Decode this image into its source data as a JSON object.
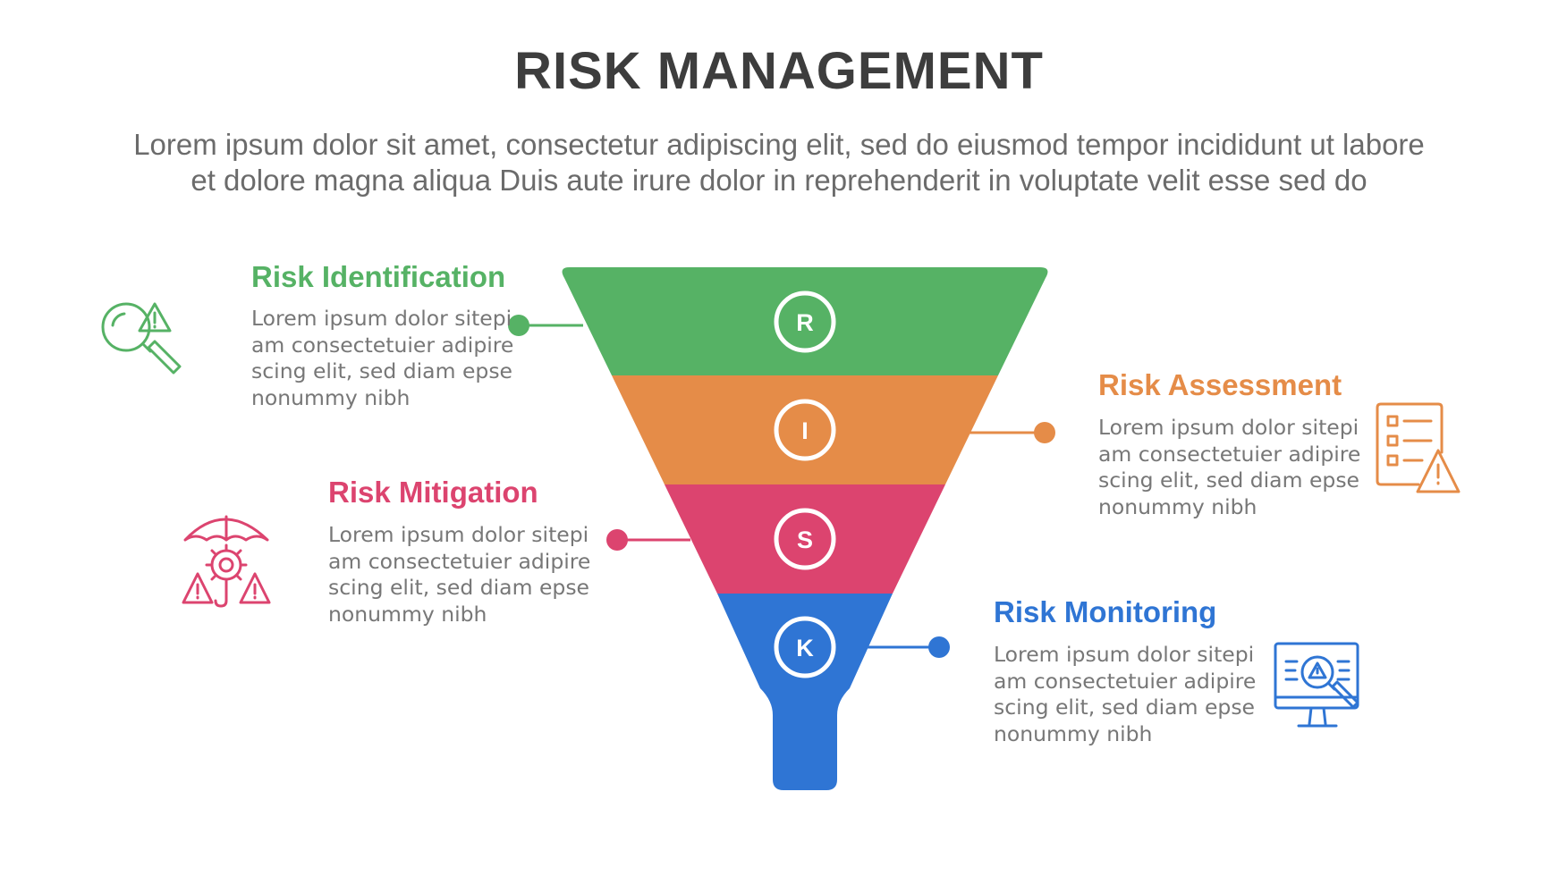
{
  "title": "RISK MANAGEMENT",
  "subtitle": {
    "line1": "Lorem ipsum dolor sit amet, consectetur adipiscing elit, sed do eiusmod tempor incididunt ut labore",
    "line2": "et dolore magna aliqua Duis aute irure dolor in reprehenderit in voluptate velit esse sed do"
  },
  "stages": [
    {
      "letter": "R",
      "title": "Risk Identification",
      "color": "#56b265",
      "icon": "magnifier-warning-icon",
      "body": [
        "Lorem ipsum dolor sitepi",
        "am consectetuier adipire",
        "scing elit, sed diam epse",
        "nonummy nibh"
      ]
    },
    {
      "letter": "I",
      "title": "Risk Assessment",
      "color": "#e58c48",
      "icon": "checklist-warning-icon",
      "body": [
        "Lorem ipsum dolor sitepi",
        "am consectetuier adipire",
        "scing elit, sed diam epse",
        "nonummy nibh"
      ]
    },
    {
      "letter": "S",
      "title": "Risk Mitigation",
      "color": "#dc446f",
      "icon": "umbrella-gear-warning-icon",
      "body": [
        "Lorem ipsum dolor sitepi",
        "am consectetuier adipire",
        "scing elit, sed diam epse",
        "nonummy nibh"
      ]
    },
    {
      "letter": "K",
      "title": "Risk Monitoring",
      "color": "#2f75d4",
      "icon": "monitor-search-icon",
      "body": [
        "Lorem ipsum dolor sitepi",
        "am consectetuier adipire",
        "scing elit, sed diam epse",
        "nonummy nibh"
      ]
    }
  ]
}
